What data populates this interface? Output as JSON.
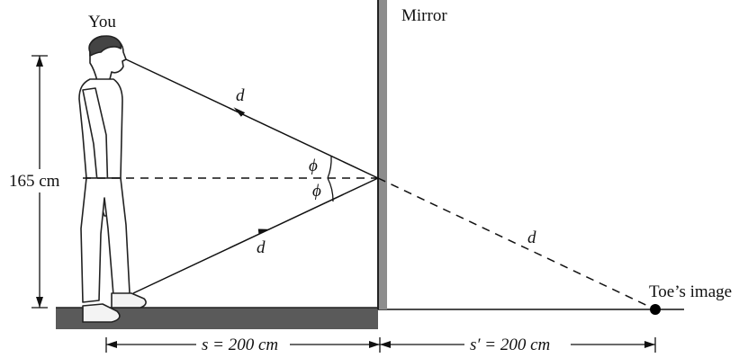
{
  "labels": {
    "you": "You",
    "mirror": "Mirror",
    "height": "165 cm",
    "d_upper": "d",
    "d_lower": "d",
    "d_extended": "d",
    "phi_upper": "ϕ",
    "phi_lower": "ϕ",
    "toe_image": "Toe’s image",
    "s_distance": "s = 200 cm",
    "s_prime_distance": "s′ = 200 cm"
  },
  "colors": {
    "ink": "#111111",
    "floor": "#555555",
    "mirror_shade": "#8a8a8a"
  }
}
